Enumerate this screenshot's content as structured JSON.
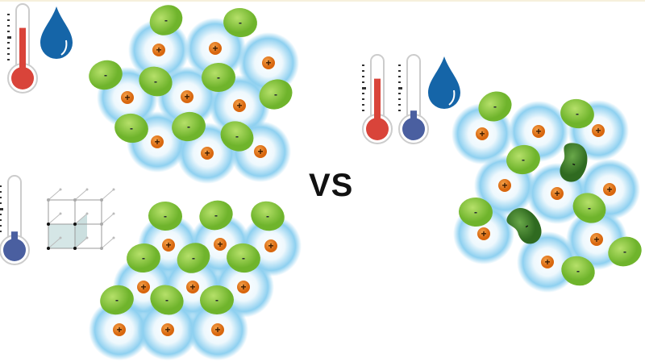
{
  "title": "Ionic compound: dissolved vs solid vs hot liquid",
  "comparison_label": "VS",
  "cation_symbol": "+",
  "anion_symbol": "-",
  "colors": {
    "cation_glow": "#7ec8ec",
    "cation_core": "#e87d1e",
    "anion": "#8cc63f",
    "anion_dark": "#3f7d2a",
    "thermo_hot": "#d9443a",
    "thermo_cold": "#4a5fa0",
    "water_drop": "#1565a8"
  },
  "panels": [
    {
      "name": "hot-solution",
      "temperature": "high",
      "water": true,
      "temperature_level": 0.7
    },
    {
      "name": "cold-solid-lattice",
      "temperature": "low",
      "water": false,
      "temperature_level": 0.15
    },
    {
      "name": "heated-vs-cooled-solution",
      "temperature": "varied",
      "water": true,
      "temperature_levels": [
        0.7,
        0.15
      ]
    }
  ]
}
